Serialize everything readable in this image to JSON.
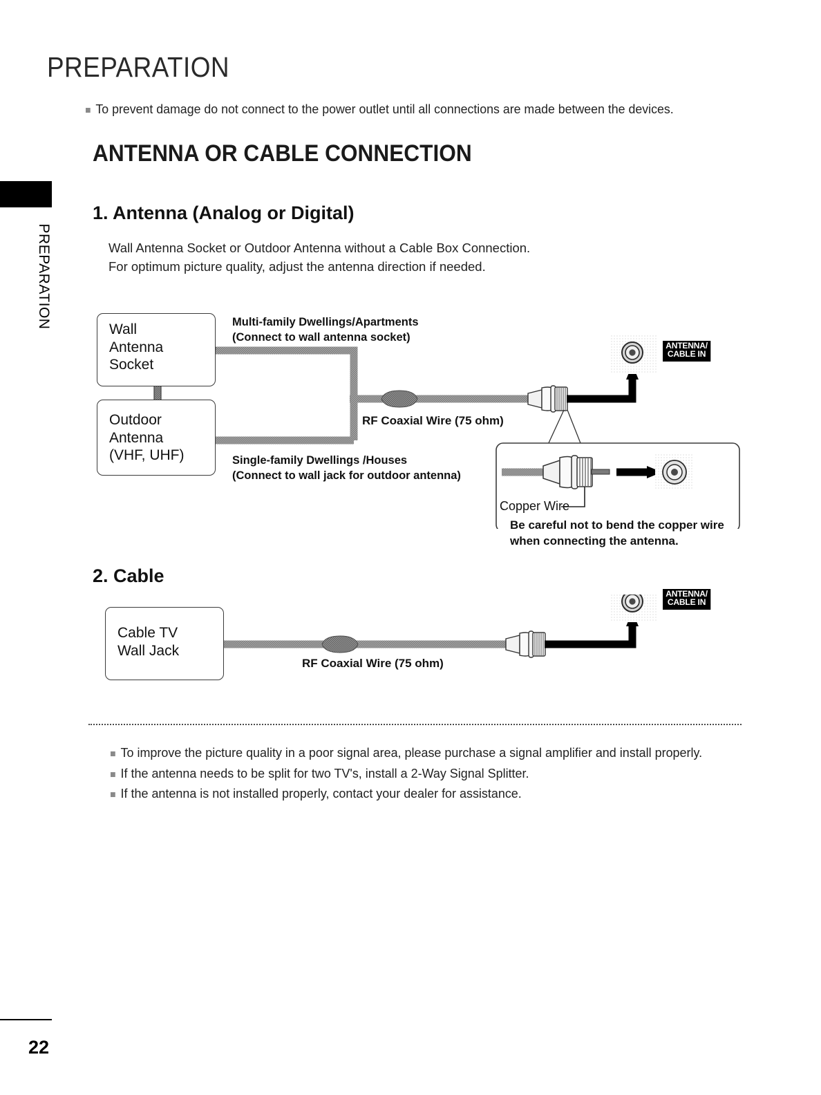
{
  "sidebar": {
    "tab_label": "PREPARATION"
  },
  "header": {
    "title": "PREPARATION"
  },
  "top_note": {
    "text": "To prevent damage do not connect to the power outlet until all connections are made between the devices."
  },
  "section": {
    "title": "ANTENNA OR CABLE CONNECTION"
  },
  "subsection1": {
    "title": "1. Antenna (Analog or Digital)",
    "body": "Wall Antenna Socket or Outdoor Antenna without a Cable Box Connection.\nFor optimum picture quality, adjust the antenna direction if needed.",
    "box_wall_socket": "Wall\nAntenna\nSocket",
    "box_outdoor_antenna": "Outdoor\nAntenna\n(VHF, UHF)",
    "caption_multifamily": "Multi-family Dwellings/Apartments\n(Connect to wall antenna socket)",
    "caption_singlefamily": "Single-family Dwellings /Houses\n(Connect to wall jack for outdoor antenna)",
    "wire_label": "RF Coaxial Wire (75 ohm)",
    "port_label": "ANTENNA/\nCABLE IN",
    "copper_wire_label": "Copper Wire",
    "warning_text": "Be careful not to bend the copper wire\nwhen connecting the antenna."
  },
  "subsection2": {
    "title": "2. Cable",
    "box_cable_jack": "Cable TV\nWall Jack",
    "wire_label": "RF Coaxial Wire (75 ohm)",
    "port_label": "ANTENNA/\nCABLE IN"
  },
  "bottom_notes": [
    "To improve the picture quality in a poor signal area, please purchase a signal amplifier and install properly.",
    "If the antenna needs to be split for two TV's, install a 2-Way Signal Splitter.",
    "If the antenna is not installed properly, contact your dealer for assistance."
  ],
  "footer": {
    "page_number": "22"
  },
  "colors": {
    "ink": "#1a1a1a",
    "bullet": "#8a8a8a",
    "cable": "#6e6e6e",
    "port_badge_bg": "#000000"
  }
}
